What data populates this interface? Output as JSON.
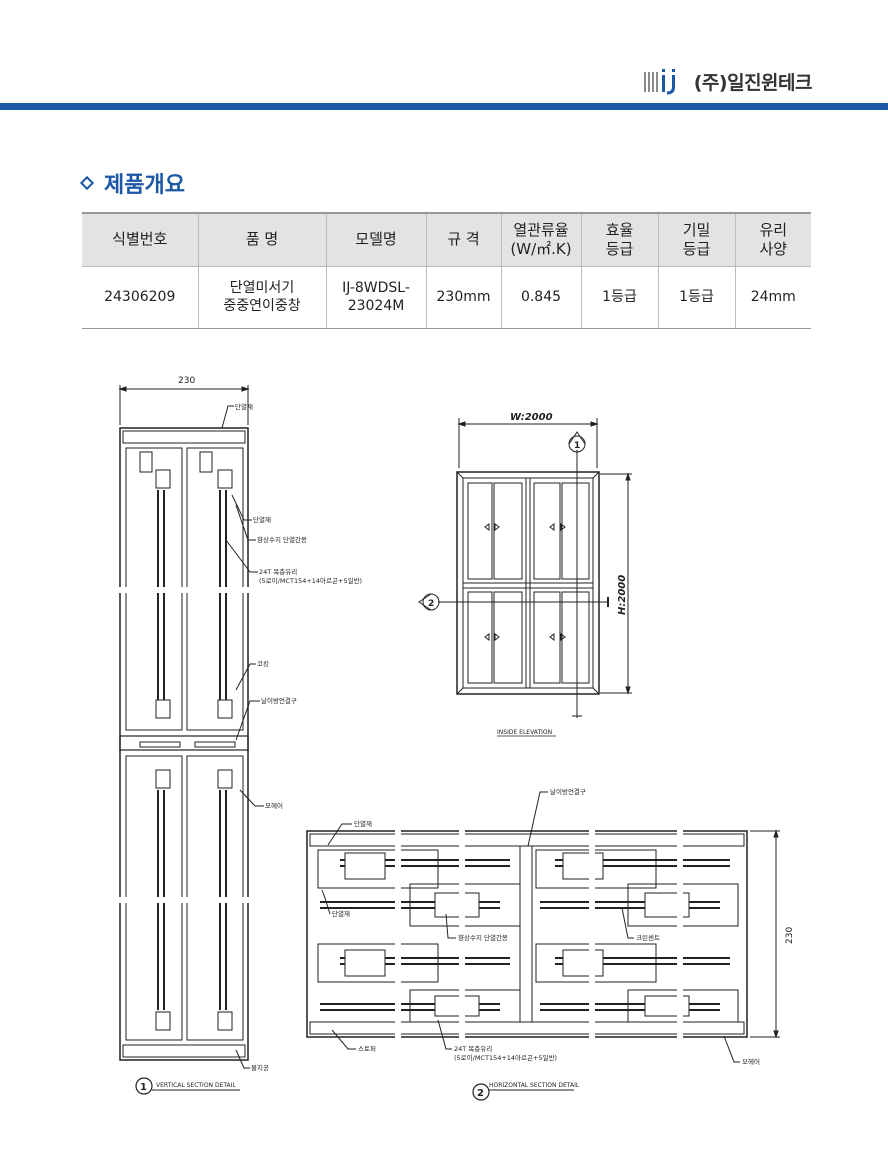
{
  "brand": {
    "name": "(주)일진윈테크"
  },
  "section": {
    "title": "제품개요"
  },
  "table": {
    "headers": [
      "식별번호",
      "품 명",
      "모델명",
      "규 격",
      "열관류율\n(W/㎡.K)",
      "효율\n등급",
      "기밀\n등급",
      "유리\n사양"
    ],
    "row": [
      "24306209",
      "단열미서기\n중중연이중창",
      "IJ-8WDSL-\n23024M",
      "230mm",
      "0.845",
      "1등급",
      "1등급",
      "24mm"
    ]
  },
  "drawing": {
    "vertical": {
      "dim_width": "230",
      "labels": [
        "단열재",
        "단열재",
        "향상수지 단열간봉",
        "24T 복층유리",
        "(5로이/MCT154+14아르곤+5일반)",
        "코킹",
        "날이방언결구",
        "모헤어",
        "물지공"
      ],
      "caption_num": "1",
      "caption": "VERTICAL SECTION DETAIL"
    },
    "elevation": {
      "width_label": "W:2000",
      "height_label": "H:2000",
      "marker_1": "1",
      "marker_2": "2",
      "caption": "INSIDE ELEVATION"
    },
    "horizontal": {
      "labels": [
        "단열재",
        "날이방언결구",
        "단열재",
        "향상수지 단열간봉",
        "크린센트",
        "스토퍼",
        "24T 복층유리",
        "(5로이/MCT154+14아르곤+5일반)",
        "모헤어"
      ],
      "dim_height": "230",
      "caption_num": "2",
      "caption": "HORIZONTAL SECTION DETAIL"
    }
  }
}
